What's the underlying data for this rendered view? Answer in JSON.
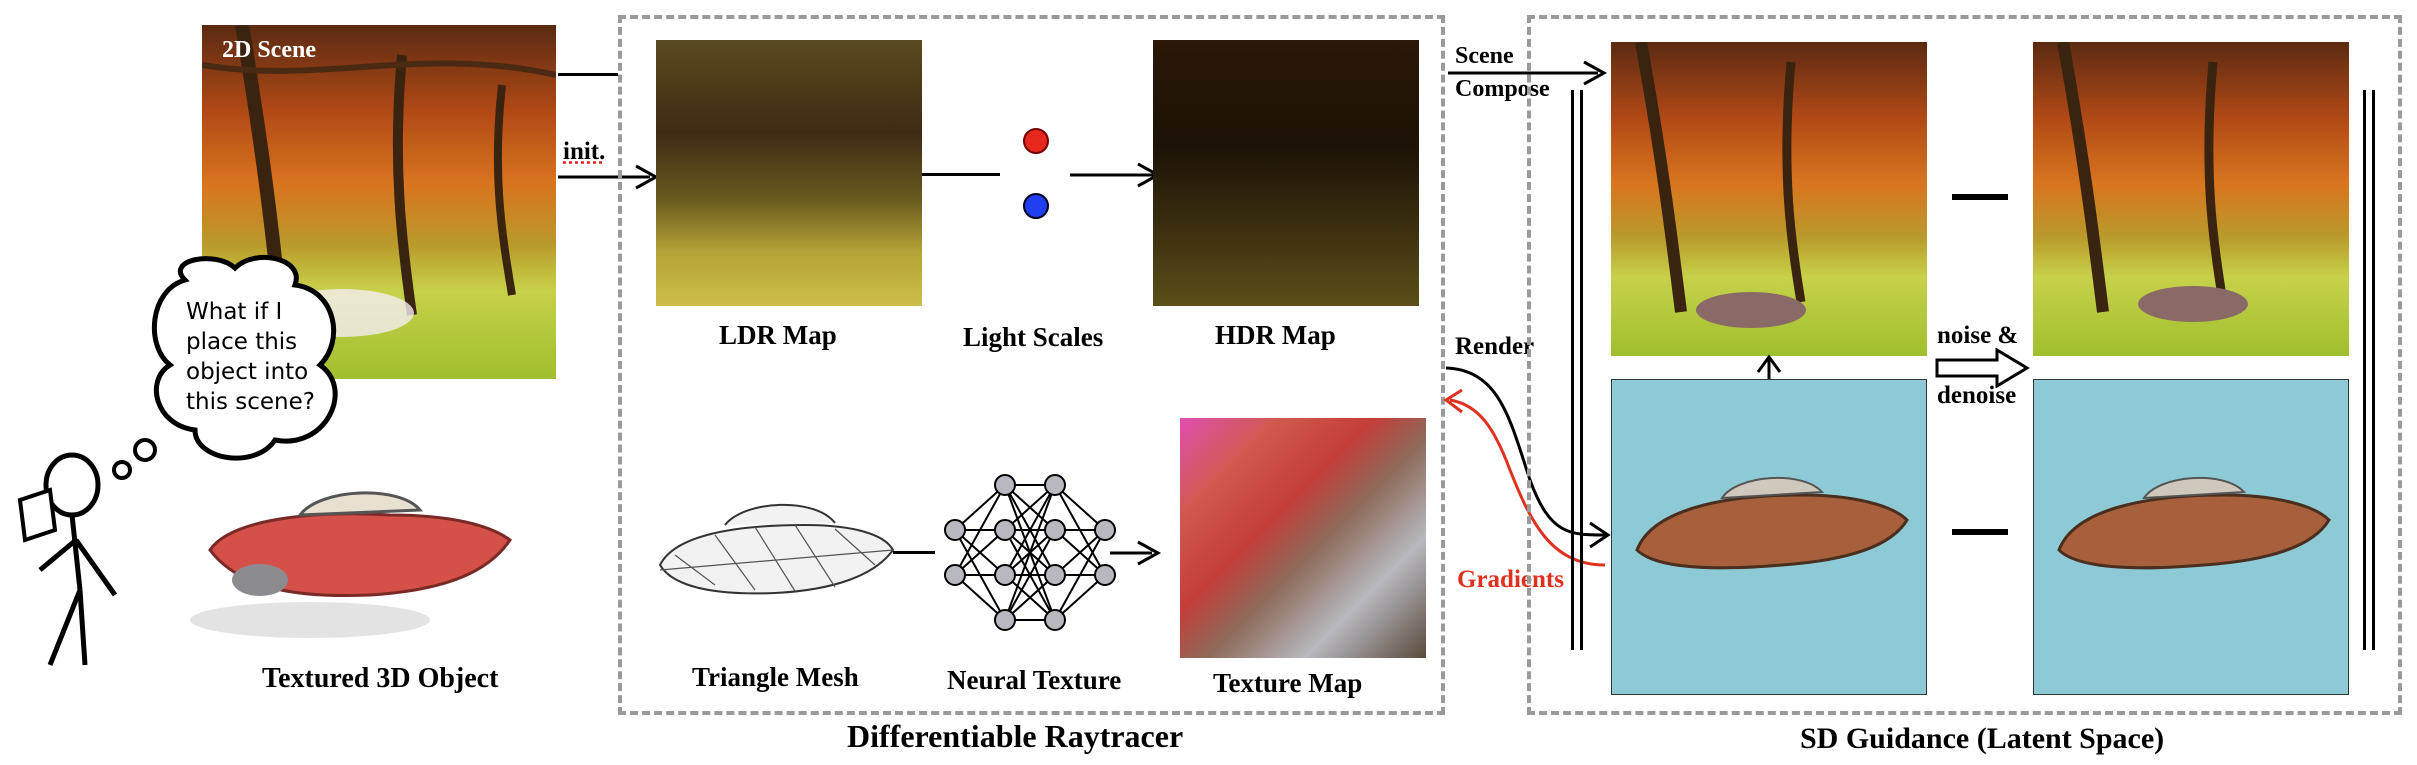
{
  "left": {
    "scene_label": "2D Scene",
    "thought": [
      "What if I",
      "place this",
      "object into",
      "this scene?"
    ],
    "object_caption": "Textured 3D Object"
  },
  "raytracer": {
    "title": "Differentiable Raytracer",
    "init_label": "init.",
    "ldr_label": "LDR Map",
    "light_label": "Light Scales",
    "hdr_label": "HDR Map",
    "mesh_label": "Triangle Mesh",
    "neural_label": "Neural Texture",
    "texmap_label": "Texture Map"
  },
  "guidance": {
    "title": "SD Guidance (Latent Space)",
    "scene_compose": [
      "Scene",
      "Compose"
    ],
    "render_label": "Render",
    "gradients_label": "Gradients",
    "noise_label": [
      "noise &",
      "denoise"
    ]
  },
  "colors": {
    "gradients": "#e0301e",
    "light_red": "#e8281c",
    "light_blue": "#1f3ff0",
    "render_bg": "#8ecad6",
    "dash": "#9a9a9a"
  }
}
